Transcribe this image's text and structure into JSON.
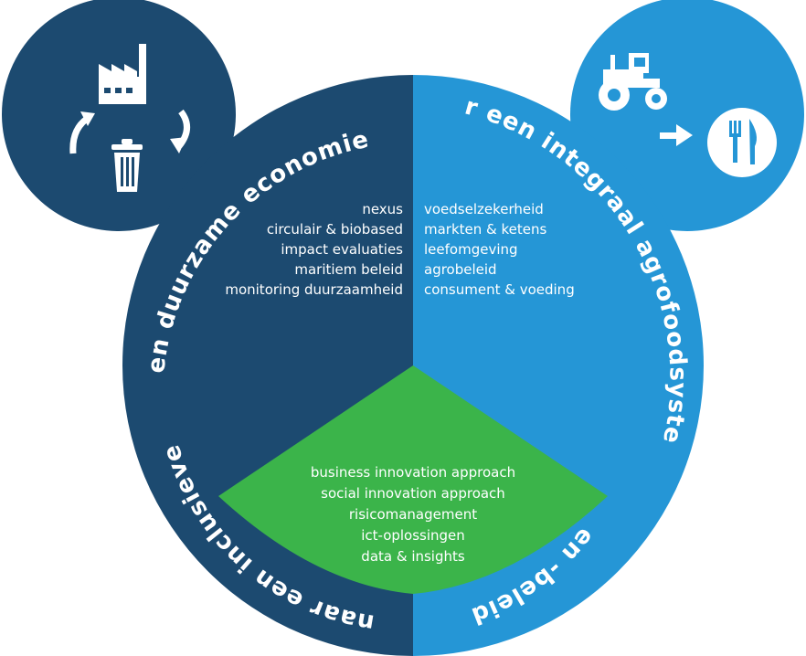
{
  "colors": {
    "dark_blue": "#1c4a70",
    "light_blue": "#2596d6",
    "green": "#3bb44a",
    "white": "#ffffff"
  },
  "left_arc": {
    "lower": "naar een inclusieve",
    "upper": "en duurzame economie"
  },
  "right_arc": "naar een integraal agrofoodsysteem en -beleid",
  "left_items": [
    "nexus",
    "circulair & biobased",
    "impact evaluaties",
    "maritiem beleid",
    "monitoring duurzaamheid"
  ],
  "right_items": [
    "voedselzekerheid",
    "markten & ketens",
    "leefomgeving",
    "agrobeleid",
    "consument & voeding"
  ],
  "bottom_items": [
    "business innovation approach",
    "social innovation approach",
    "risicomanagement",
    "ict-oplossingen",
    "data & insights"
  ],
  "icons": {
    "left": [
      "factory-icon",
      "trash-bin-icon",
      "recycle-arrow-left-icon",
      "recycle-arrow-right-icon"
    ],
    "right": [
      "tractor-icon",
      "arrow-right-icon",
      "plate-cutlery-icon"
    ]
  }
}
